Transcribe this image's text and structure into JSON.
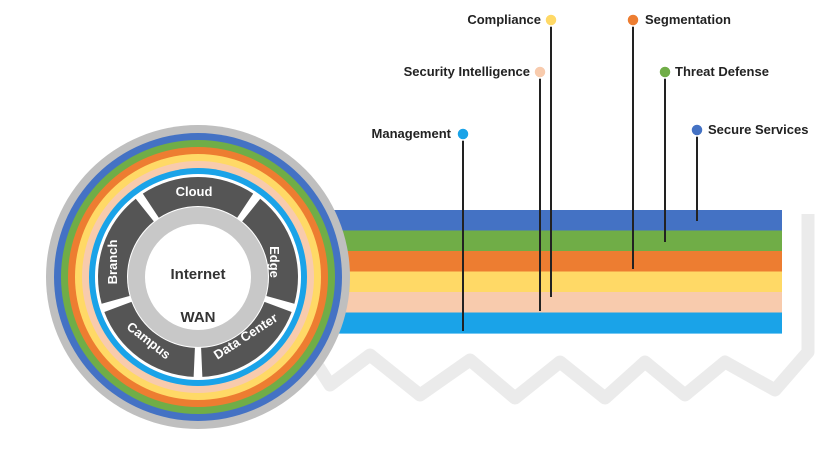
{
  "core": {
    "top": "Internet",
    "bottom": "WAN"
  },
  "segments": [
    {
      "id": "cloud",
      "label": "Cloud"
    },
    {
      "id": "edge",
      "label": "Edge"
    },
    {
      "id": "data-center",
      "label": "Data Center"
    },
    {
      "id": "campus",
      "label": "Campus"
    },
    {
      "id": "branch",
      "label": "Branch"
    }
  ],
  "layers": [
    {
      "id": "secure-services",
      "label": "Secure Services",
      "color": "#4472c4"
    },
    {
      "id": "threat-defense",
      "label": "Threat Defense",
      "color": "#70ad47"
    },
    {
      "id": "segmentation",
      "label": "Segmentation",
      "color": "#ed7d31"
    },
    {
      "id": "compliance",
      "label": "Compliance",
      "color": "#ffd966"
    },
    {
      "id": "security-intelligence",
      "label": "Security Intelligence",
      "color": "#f8cbad"
    },
    {
      "id": "management",
      "label": "Management",
      "color": "#1aa3e8"
    }
  ],
  "colors": {
    "outer_ring": "#bfbfbf",
    "segment_fill": "#555555",
    "core_ring": "#c8c8c8",
    "core_fill": "#ffffff",
    "key_outline": "#e6e6e6"
  }
}
